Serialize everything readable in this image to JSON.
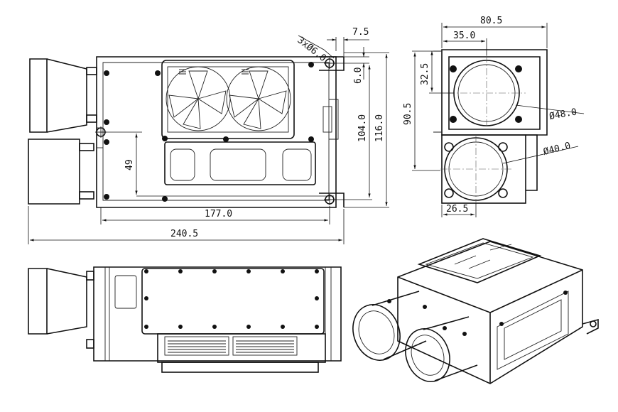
{
  "dimensions": {
    "holes": "3xØ6.0",
    "hole_offset_x": "7.5",
    "hole_offset_y": "6.0",
    "height_inner": "104.0",
    "height_total": "116.0",
    "lower_offset": "49",
    "length_body": "177.0",
    "length_total": "240.5",
    "width_total": "80.5",
    "lens_offset_x": "35.0",
    "lens_offset_y": "32.5",
    "width_side": "90.5",
    "lens_large": "Ø48.0",
    "lens_small": "Ø40.0",
    "lens_small_offset": "26.5"
  },
  "colors": {
    "line": "#111111",
    "background": "#ffffff"
  }
}
